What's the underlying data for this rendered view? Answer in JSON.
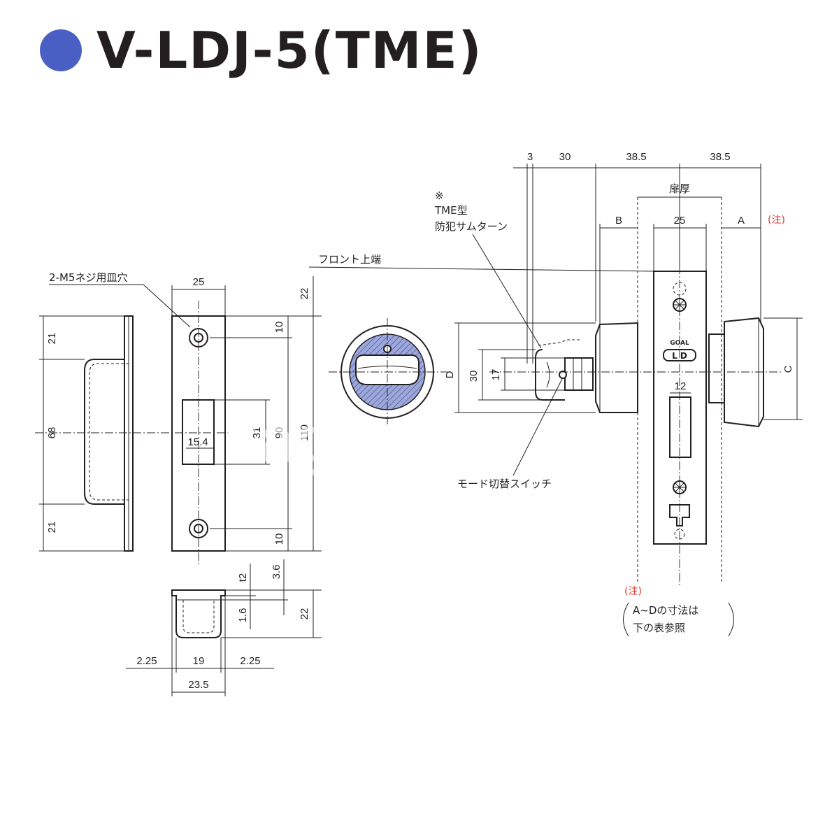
{
  "title": "V-LDJ-5(TME)",
  "colors": {
    "title_dot": "#4a5fc4",
    "note_red": "#e3352d",
    "line": "#231f20",
    "thumb_turn_fill": "#4a5fc4"
  },
  "watermark": "kagi.town",
  "labels": {
    "screw_hole": "2-M5ネジ用皿穴",
    "front_top": "フロント上端",
    "tme_mark": "※",
    "tme_line1": "TME型",
    "tme_line2": "防犯サムターン",
    "mode_switch": "モード切替スイッチ",
    "door_thickness": "扉厚",
    "note_red_top": "(注)",
    "note_red_bottom": "(注)",
    "note_line1": "A~Dの寸法は",
    "note_line2": "下の表参照",
    "brand_goal": "GOAL",
    "brand_ld": "L D"
  },
  "dims": {
    "strike_h_21_top": "21",
    "strike_h_68": "68",
    "strike_h_21_bottom": "21",
    "strike_w_25": "25",
    "strike_hole_15_4": "15.4",
    "strike_31": "31",
    "strike_90": "90",
    "strike_110": "110",
    "strike_10_top": "10",
    "strike_10_bottom": "10",
    "front_22": "22",
    "box_t2": "t2",
    "box_3_6": "3.6",
    "box_1_6": "1.6",
    "box_22": "22",
    "box_19": "19",
    "box_2_25_left": "2.25",
    "box_2_25_right": "2.25",
    "box_23_5": "23.5",
    "top_3": "3",
    "top_30": "30",
    "top_38_5_left": "38.5",
    "top_38_5_right": "38.5",
    "dim_B": "B",
    "dim_25": "25",
    "dim_A": "A",
    "dim_D": "D",
    "dim_30_side": "30",
    "dim_17": "17",
    "dim_12": "12",
    "dim_C": "C"
  }
}
